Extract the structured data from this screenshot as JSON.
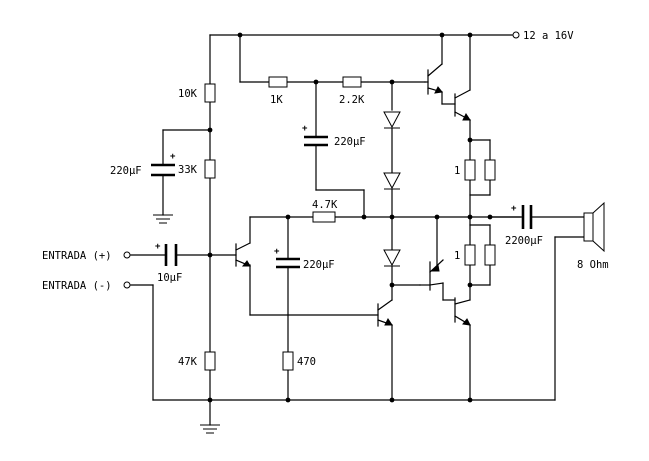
{
  "supply": {
    "label": "12 a 16V"
  },
  "inputs": {
    "positive_label": "ENTRADA (+)",
    "negative_label": "ENTRADA (-)"
  },
  "speaker": {
    "label": "8 Ohm"
  },
  "resistors": {
    "r_top_divider": "10K",
    "r_mid_divider": "33K",
    "r_bottom_divider": "47K",
    "r_bias_1": "1K",
    "r_bias_2": "2.2K",
    "r_feedback": "4.7K",
    "r_feedback_ground": "470",
    "r_emitter_upper": "1",
    "r_emitter_lower": "1"
  },
  "capacitors": {
    "c_divider": "220µF",
    "c_bootstrap": "220µF",
    "c_input": "10µF",
    "c_feedback": "220µF",
    "c_output": "2200µF",
    "polarity_mark": "+"
  },
  "icons": {
    "ground": "ground-icon",
    "diode": "diode-icon",
    "npn": "npn-transistor-icon",
    "pnp": "pnp-transistor-icon",
    "speaker": "speaker-icon",
    "terminal": "terminal-icon"
  }
}
